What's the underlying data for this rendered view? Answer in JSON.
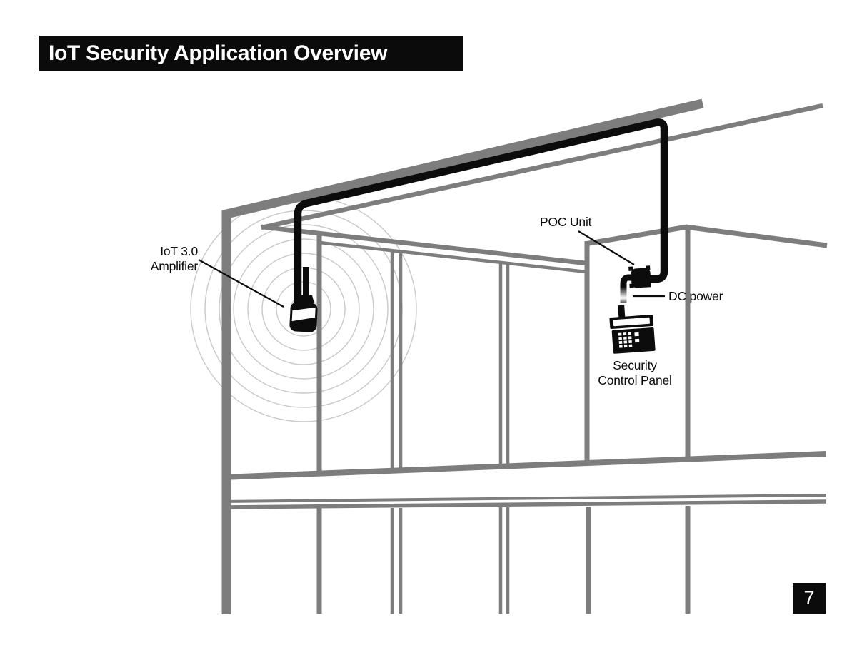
{
  "header": {
    "title": "IoT Security Application Overview"
  },
  "page": {
    "number": "7"
  },
  "diagram": {
    "labels": {
      "amplifier": {
        "line1": "IoT 3.0",
        "line2": "Amplifier"
      },
      "poc_unit": "POC Unit",
      "dc_power": "DC power",
      "security_panel": {
        "line1": "Security",
        "line2": "Control Panel"
      }
    },
    "colors": {
      "frame_gray": "#7d7d7d",
      "wave_gray": "#c9c9c9",
      "ink_black": "#0c0c0c",
      "title_bg": "#0b0b0b",
      "title_fg": "#ffffff",
      "page_bg": "#ffffff"
    }
  }
}
